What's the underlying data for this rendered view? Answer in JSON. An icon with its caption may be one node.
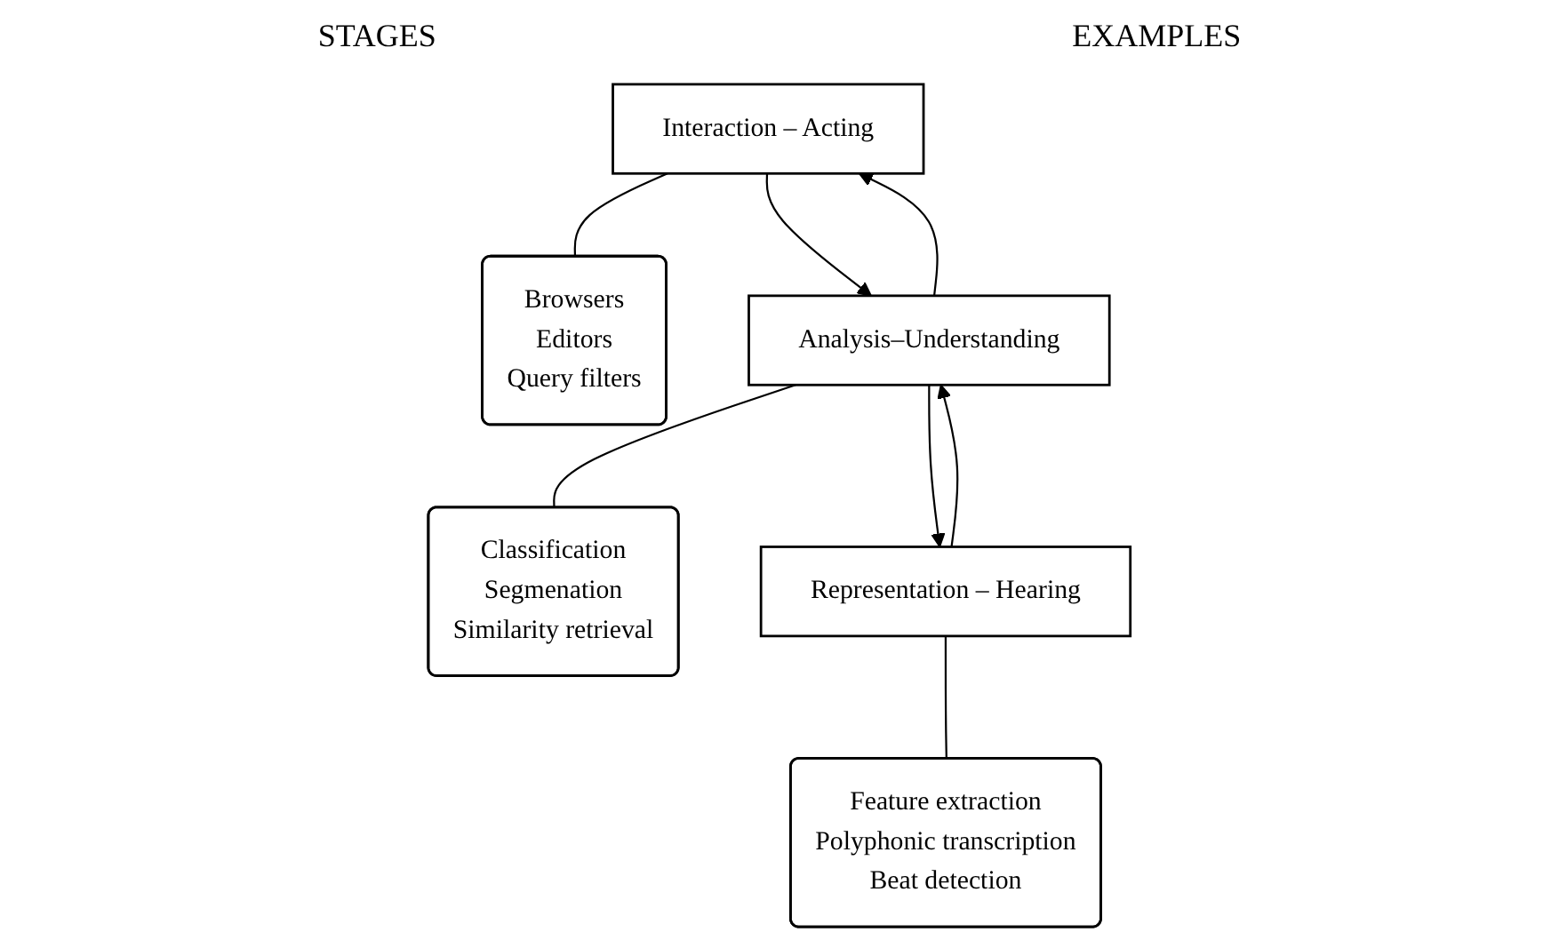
{
  "diagram": {
    "nodes": [
      {
        "text": [
          "Interaction – Acting"
        ]
      },
      {
        "text": [
          "Browsers",
          "Editors",
          "Query filters"
        ]
      },
      {
        "text": [
          "Analysis–Understanding"
        ]
      },
      {
        "text": [
          "Classification",
          "Segmenation",
          "Similarity retrieval"
        ]
      },
      {
        "text": [
          "Representation – Hearing"
        ]
      },
      {
        "text": [
          "Feature extraction",
          "Polyphonic transcription",
          "Beat detection"
        ]
      }
    ],
    "edges": [
      {
        "from": 0,
        "to": 1,
        "arrow": "none"
      },
      {
        "from": 0,
        "to": 2,
        "arrow": "to"
      },
      {
        "from": 2,
        "to": 0,
        "arrow": "to"
      },
      {
        "from": 2,
        "to": 3,
        "arrow": "none"
      },
      {
        "from": 2,
        "to": 4,
        "arrow": "to"
      },
      {
        "from": 4,
        "to": 2,
        "arrow": "to"
      },
      {
        "from": 4,
        "to": 5,
        "arrow": "none"
      }
    ],
    "labels": [
      "STAGES",
      "EXAMPLES"
    ]
  }
}
